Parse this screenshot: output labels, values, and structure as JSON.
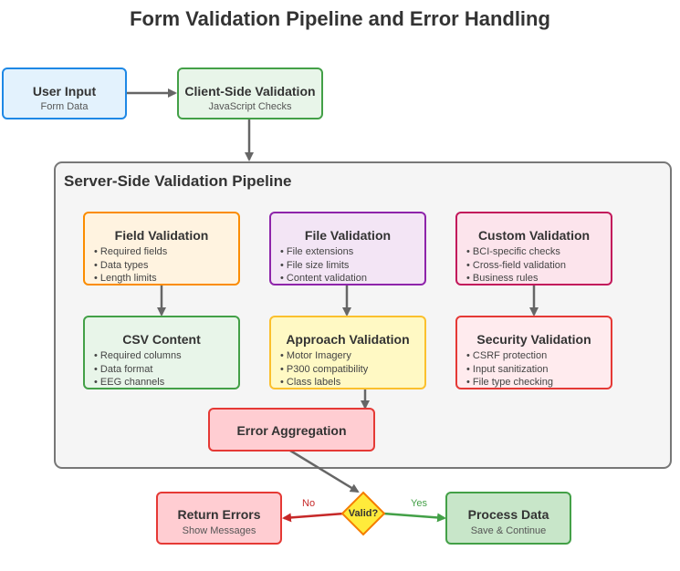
{
  "title": "Form Validation Pipeline and Error Handling",
  "user_input": {
    "title": "User Input",
    "subtitle": "Form Data"
  },
  "client_validation": {
    "title": "Client-Side Validation",
    "subtitle": "JavaScript Checks"
  },
  "server_pipeline": {
    "title": "Server-Side Validation Pipeline"
  },
  "field_validation": {
    "title": "Field Validation",
    "items": [
      "Required fields",
      "Data types",
      "Length limits"
    ]
  },
  "file_validation": {
    "title": "File Validation",
    "items": [
      "File extensions",
      "File size limits",
      "Content validation"
    ]
  },
  "custom_validation": {
    "title": "Custom Validation",
    "items": [
      "BCI-specific checks",
      "Cross-field validation",
      "Business rules"
    ]
  },
  "csv_content": {
    "title": "CSV Content",
    "items": [
      "Required columns",
      "Data format",
      "EEG channels"
    ]
  },
  "approach_validation": {
    "title": "Approach Validation",
    "items": [
      "Motor Imagery",
      "P300 compatibility",
      "Class labels"
    ]
  },
  "security_validation": {
    "title": "Security Validation",
    "items": [
      "CSRF protection",
      "Input sanitization",
      "File type checking"
    ]
  },
  "error_aggregation": {
    "title": "Error Aggregation"
  },
  "decision": {
    "label": "Valid?",
    "no_label": "No",
    "yes_label": "Yes"
  },
  "return_errors": {
    "title": "Return Errors",
    "subtitle": "Show Messages"
  },
  "process_data": {
    "title": "Process Data",
    "subtitle": "Save & Continue"
  },
  "colors": {
    "blue_border": "#1e88e5",
    "green_border": "#43a047",
    "orange_border": "#fb8c00",
    "purple_border": "#8e24aa",
    "pink_border": "#c2185b",
    "yellow_border": "#fbc02d",
    "red_border": "#e53935",
    "arrow": "#666666",
    "no_arrow": "#c62828",
    "yes_arrow": "#43a047"
  }
}
